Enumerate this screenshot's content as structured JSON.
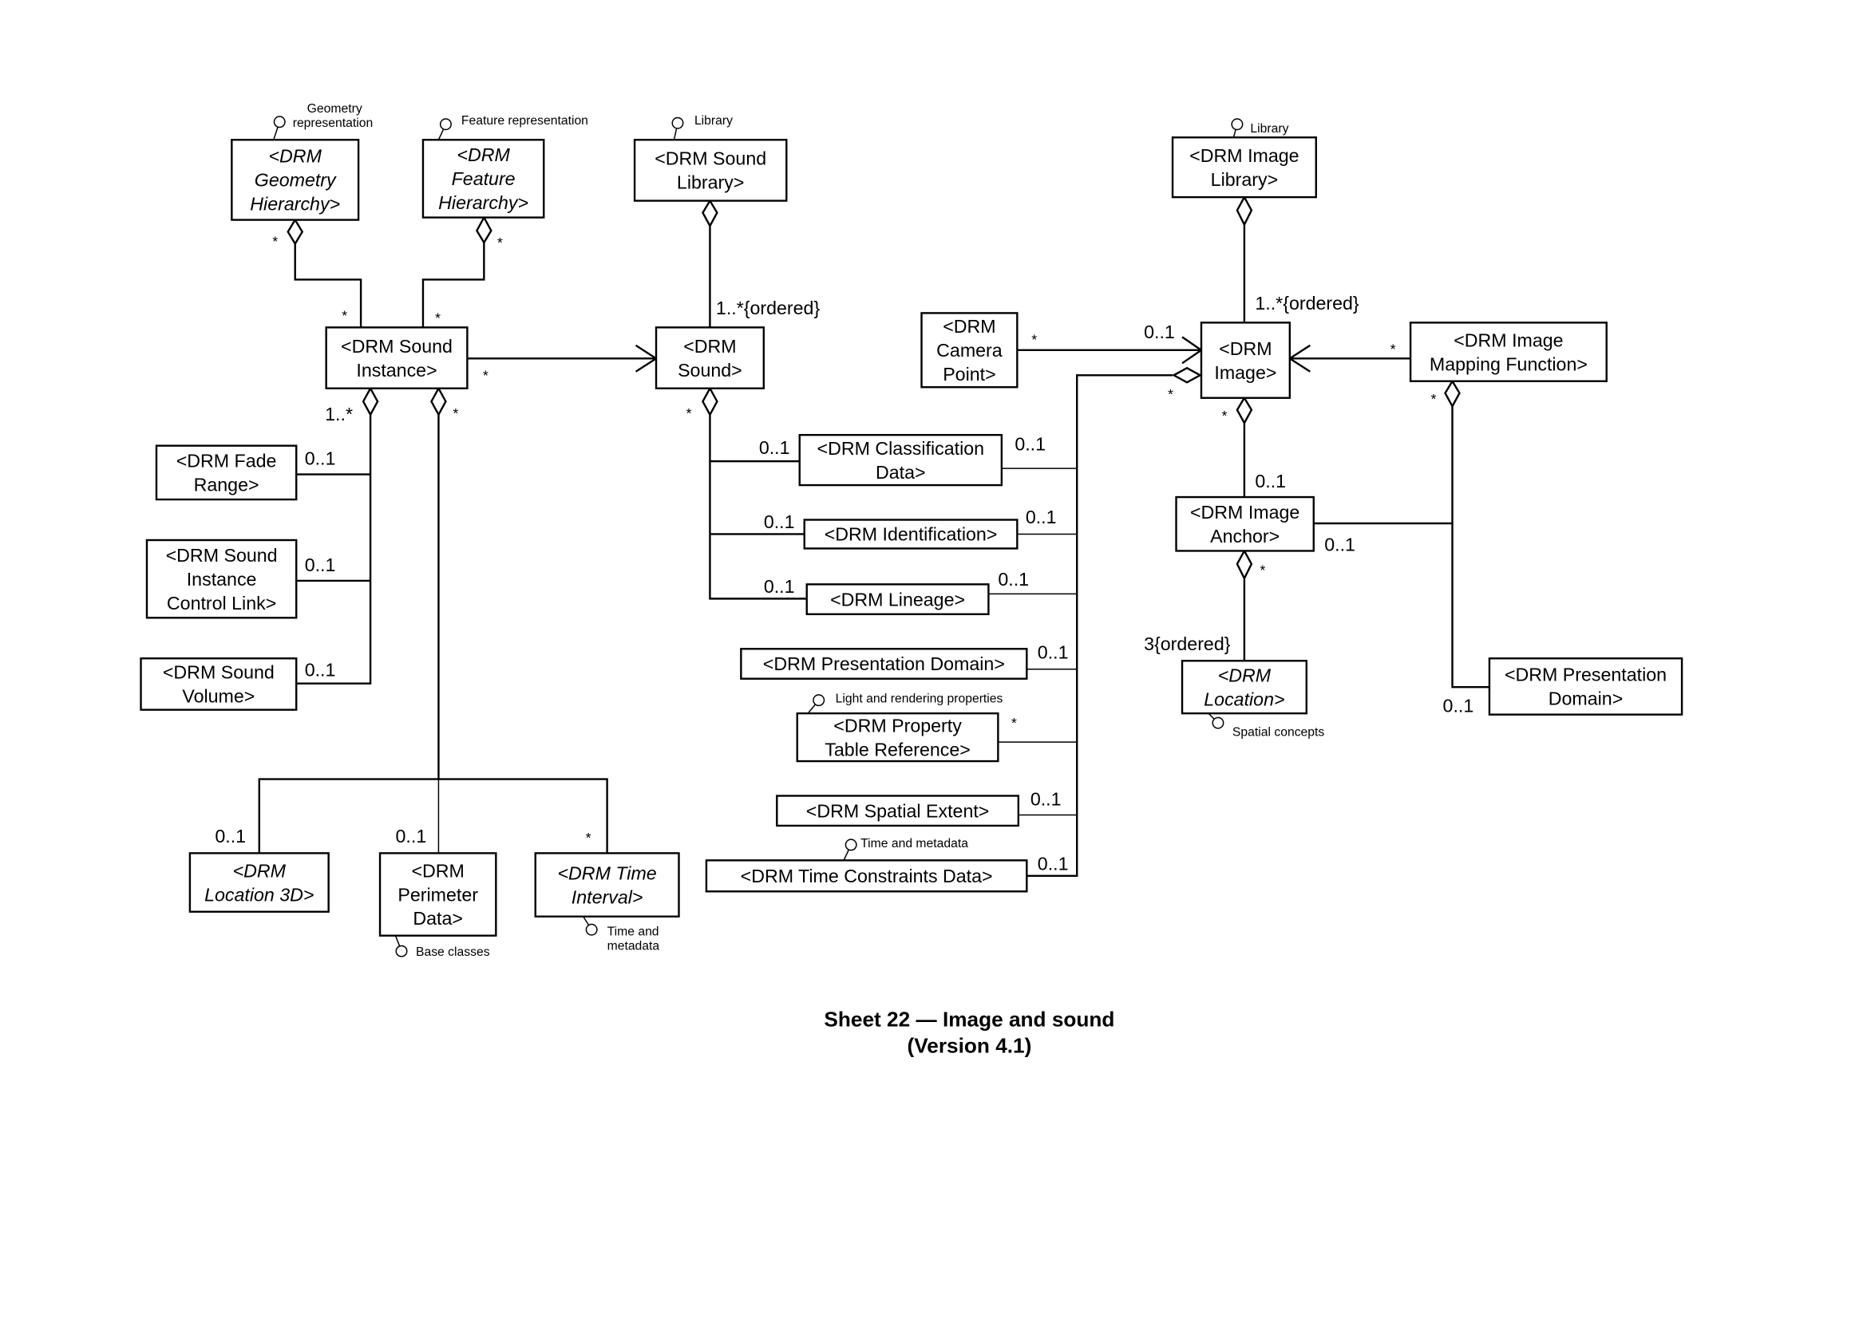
{
  "caption": {
    "title": "Sheet 22 — Image and sound",
    "version": "(Version 4.1)"
  },
  "classes": [
    {
      "id": "geometry_hierarchy",
      "lines": [
        "<DRM",
        "Geometry",
        "Hierarchy>"
      ],
      "abstract": true
    },
    {
      "id": "feature_hierarchy",
      "lines": [
        "<DRM",
        "Feature",
        "Hierarchy>"
      ],
      "abstract": true
    },
    {
      "id": "sound_library",
      "lines": [
        "<DRM Sound",
        "Library>"
      ],
      "abstract": false
    },
    {
      "id": "sound_instance",
      "lines": [
        "<DRM Sound",
        "Instance>"
      ],
      "abstract": false
    },
    {
      "id": "sound",
      "lines": [
        "<DRM",
        "Sound>"
      ],
      "abstract": false
    },
    {
      "id": "fade_range",
      "lines": [
        "<DRM Fade",
        "Range>"
      ],
      "abstract": false
    },
    {
      "id": "sound_instance_control_link",
      "lines": [
        "<DRM Sound",
        "Instance",
        "Control Link>"
      ],
      "abstract": false
    },
    {
      "id": "sound_volume",
      "lines": [
        "<DRM Sound",
        "Volume>"
      ],
      "abstract": false
    },
    {
      "id": "location_3d",
      "lines": [
        "<DRM",
        "Location 3D>"
      ],
      "abstract": true
    },
    {
      "id": "perimeter_data",
      "lines": [
        "<DRM",
        "Perimeter",
        "Data>"
      ],
      "abstract": false
    },
    {
      "id": "time_interval",
      "lines": [
        "<DRM Time",
        "Interval>"
      ],
      "abstract": true
    },
    {
      "id": "classification_data",
      "lines": [
        "<DRM Classification",
        "Data>"
      ],
      "abstract": false
    },
    {
      "id": "identification",
      "lines": [
        "<DRM Identification>"
      ],
      "abstract": false
    },
    {
      "id": "lineage",
      "lines": [
        "<DRM Lineage>"
      ],
      "abstract": false
    },
    {
      "id": "presentation_domain_mid",
      "lines": [
        "<DRM Presentation Domain>"
      ],
      "abstract": false
    },
    {
      "id": "property_table_reference",
      "lines": [
        "<DRM Property",
        "Table Reference>"
      ],
      "abstract": false
    },
    {
      "id": "spatial_extent",
      "lines": [
        "<DRM Spatial Extent>"
      ],
      "abstract": false
    },
    {
      "id": "time_constraints_data",
      "lines": [
        "<DRM Time Constraints Data>"
      ],
      "abstract": false
    },
    {
      "id": "image_library",
      "lines": [
        "<DRM Image",
        "Library>"
      ],
      "abstract": false
    },
    {
      "id": "camera_point",
      "lines": [
        "<DRM",
        "Camera",
        "Point>"
      ],
      "abstract": false
    },
    {
      "id": "image",
      "lines": [
        "<DRM",
        "Image>"
      ],
      "abstract": false
    },
    {
      "id": "image_mapping_function",
      "lines": [
        "<DRM Image",
        "Mapping Function>"
      ],
      "abstract": false
    },
    {
      "id": "image_anchor",
      "lines": [
        "<DRM Image",
        "Anchor>"
      ],
      "abstract": false
    },
    {
      "id": "location",
      "lines": [
        "<DRM",
        "Location>"
      ],
      "abstract": true
    },
    {
      "id": "presentation_domain_right",
      "lines": [
        "<DRM Presentation",
        "Domain>"
      ],
      "abstract": false
    }
  ],
  "package_notes": [
    {
      "id": "geometry_representation",
      "lines": [
        "Geometry",
        "representation"
      ]
    },
    {
      "id": "feature_representation",
      "lines": [
        "Feature representation"
      ]
    },
    {
      "id": "sound_library_pkg",
      "lines": [
        "Library"
      ]
    },
    {
      "id": "image_library_pkg",
      "lines": [
        "Library"
      ]
    },
    {
      "id": "base_classes",
      "lines": [
        "Base classes"
      ]
    },
    {
      "id": "time_interval_pkg",
      "lines": [
        "Time and",
        "metadata"
      ]
    },
    {
      "id": "light_rendering",
      "lines": [
        "Light and rendering properties"
      ]
    },
    {
      "id": "time_and_metadata",
      "lines": [
        "Time and metadata"
      ]
    },
    {
      "id": "spatial_concepts",
      "lines": [
        "Spatial concepts"
      ]
    }
  ],
  "multiplicities": [
    {
      "id": "geom_agg",
      "text": "*"
    },
    {
      "id": "feat_agg",
      "text": "*"
    },
    {
      "id": "si_geom",
      "text": "*"
    },
    {
      "id": "si_feat",
      "text": "*"
    },
    {
      "id": "si_sound",
      "text": "*"
    },
    {
      "id": "sound_lib",
      "text": "1..*{ordered}"
    },
    {
      "id": "si_agg1",
      "text": "1..*"
    },
    {
      "id": "si_agg2",
      "text": "*"
    },
    {
      "id": "fade",
      "text": "0..1"
    },
    {
      "id": "control",
      "text": "0..1"
    },
    {
      "id": "volume",
      "text": "0..1"
    },
    {
      "id": "loc3d",
      "text": "0..1"
    },
    {
      "id": "perim",
      "text": "0..1"
    },
    {
      "id": "timeint",
      "text": "*"
    },
    {
      "id": "sound_agg",
      "text": "*"
    },
    {
      "id": "class_l",
      "text": "0..1"
    },
    {
      "id": "class_r",
      "text": "0..1"
    },
    {
      "id": "ident_l",
      "text": "0..1"
    },
    {
      "id": "ident_r",
      "text": "0..1"
    },
    {
      "id": "lin_l",
      "text": "0..1"
    },
    {
      "id": "lin_r",
      "text": "0..1"
    },
    {
      "id": "pres_r",
      "text": "0..1"
    },
    {
      "id": "prop_r",
      "text": "*"
    },
    {
      "id": "spat_r",
      "text": "0..1"
    },
    {
      "id": "tcd_r",
      "text": "0..1"
    },
    {
      "id": "image_lib",
      "text": "1..*{ordered}"
    },
    {
      "id": "cam_src",
      "text": "*"
    },
    {
      "id": "cam_dst",
      "text": "0..1"
    },
    {
      "id": "img_bus",
      "text": "*"
    },
    {
      "id": "imf_src",
      "text": "*"
    },
    {
      "id": "img_agg",
      "text": "*"
    },
    {
      "id": "anchor_top",
      "text": "0..1"
    },
    {
      "id": "anchor_right",
      "text": "0..1"
    },
    {
      "id": "imf_agg",
      "text": "*"
    },
    {
      "id": "anchor_agg",
      "text": "*"
    },
    {
      "id": "loc_ordered",
      "text": "3{ordered}"
    },
    {
      "id": "presdom_right",
      "text": "0..1"
    }
  ]
}
